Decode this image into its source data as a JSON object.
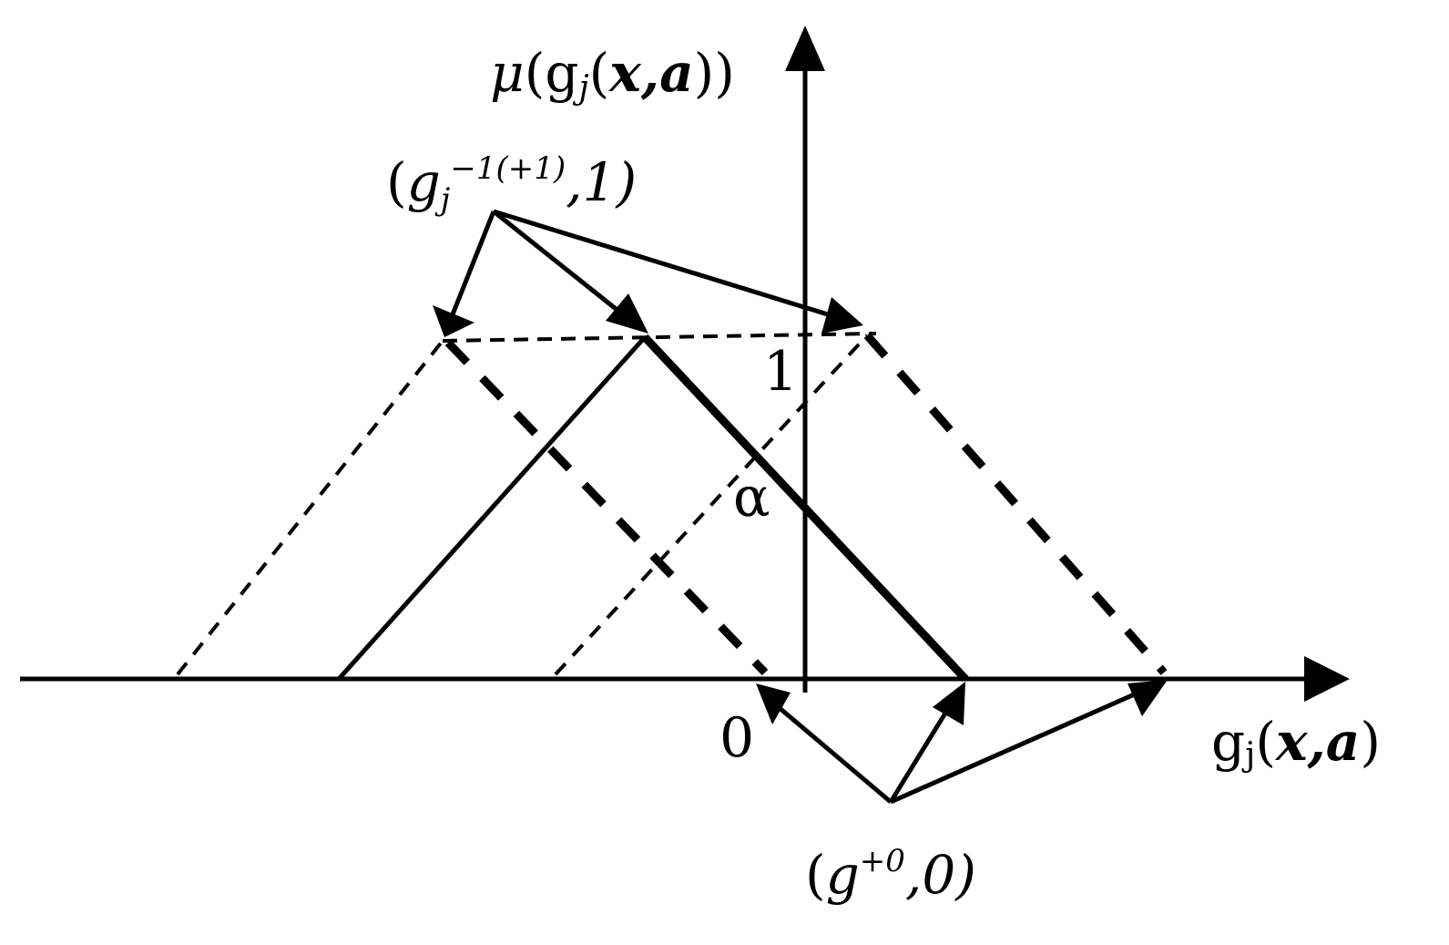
{
  "diagram": {
    "y_axis_label": {
      "mu": "μ",
      "paren1": "(",
      "g": "g",
      "sub": "j",
      "paren2": "(",
      "args": "x,a",
      "close": "))"
    },
    "x_axis_label": {
      "g": "g",
      "sub": "j",
      "paren": "(",
      "args": "x,a",
      "close": ")"
    },
    "top_point_label": {
      "open": "(",
      "g": "g",
      "sub": "j",
      "sup": "−1(+1)",
      "rest": ",1)"
    },
    "bottom_point_label": {
      "open": "(",
      "g": "g",
      "sup": "+0",
      "rest": ",0)"
    },
    "tick_one": "1",
    "tick_alpha": "α",
    "tick_zero": "0"
  }
}
